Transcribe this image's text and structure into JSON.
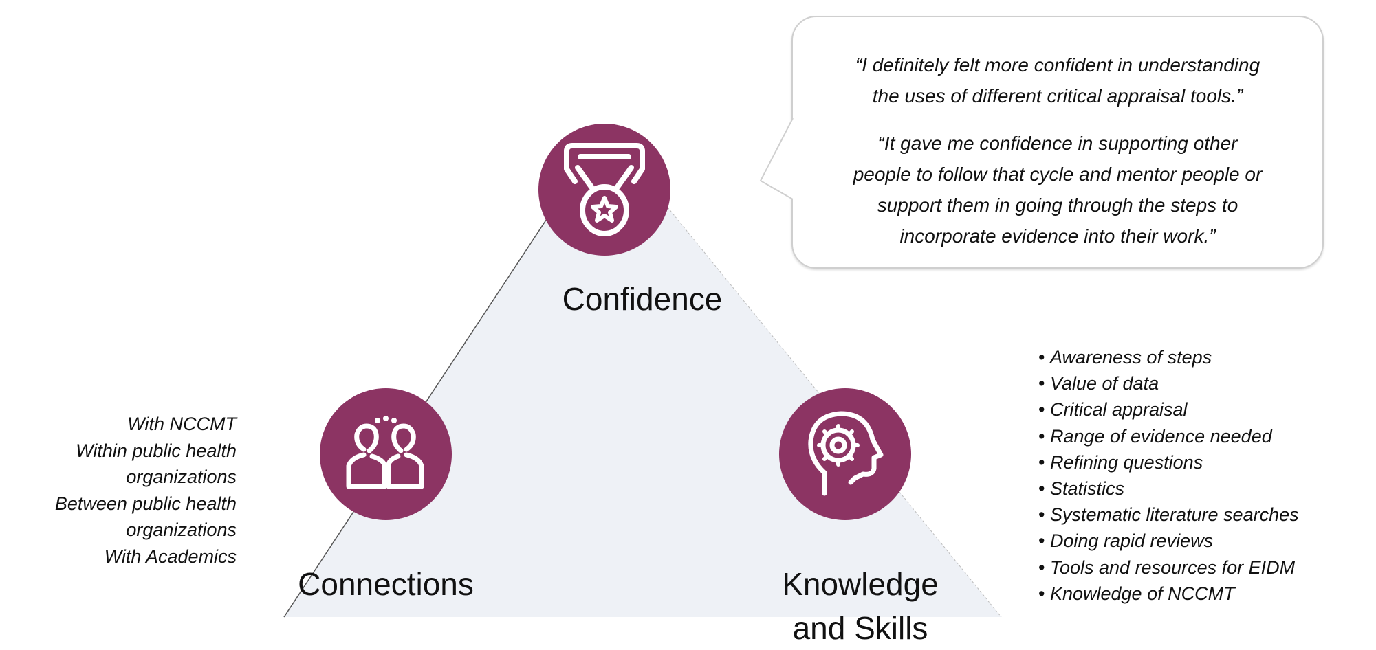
{
  "colors": {
    "circle": "#8c3463",
    "triangle": "#eef1f6"
  },
  "nodes": {
    "confidence": {
      "label": "Confidence",
      "icon": "medal-icon"
    },
    "connections": {
      "label": "Connections",
      "icon": "people-icon"
    },
    "knowledge": {
      "label_line1": "Knowledge",
      "label_line2": "and Skills",
      "icon": "head-gear-icon"
    }
  },
  "connections_list": [
    "With NCCMT",
    "Within public health",
    "organizations",
    "Between public health",
    "organizations",
    "With Academics"
  ],
  "quotes": [
    {
      "line1": "“I definitely felt more confident in understanding",
      "line2": "the uses of different critical appraisal tools.”"
    },
    {
      "line1": "“It gave me confidence in supporting other",
      "line2": "people to follow that cycle and mentor people or",
      "line3": "support them in going through the steps to",
      "line4": "incorporate evidence into their work.”"
    }
  ],
  "knowledge_list": [
    "Awareness of steps",
    "Value of data",
    "Critical appraisal",
    "Range of evidence needed",
    "Refining questions",
    "Statistics",
    "Systematic literature searches",
    "Doing rapid reviews",
    "Tools and resources for EIDM",
    "Knowledge of NCCMT"
  ]
}
